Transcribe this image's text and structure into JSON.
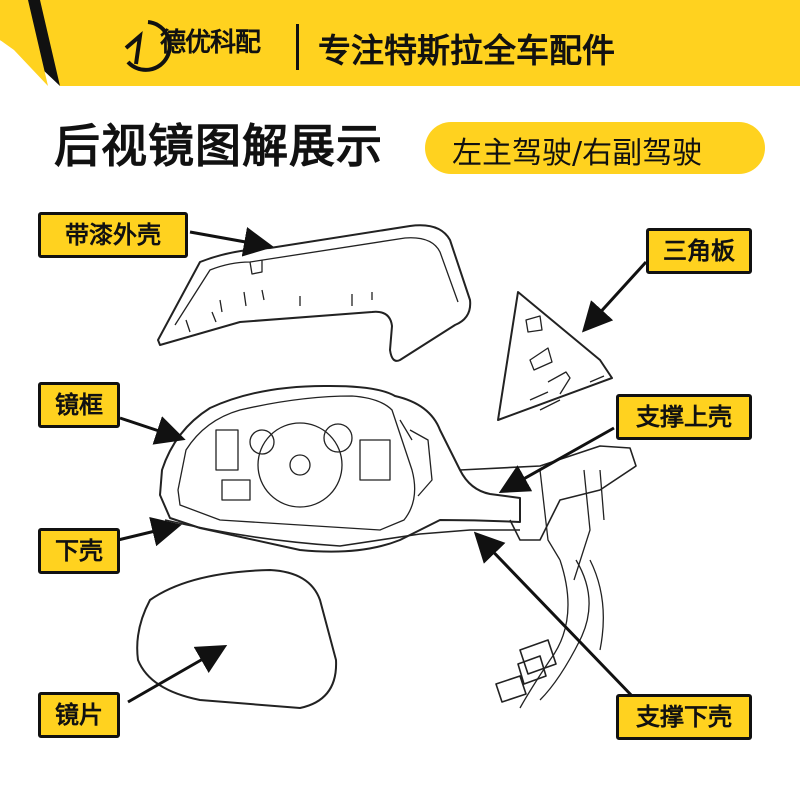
{
  "header": {
    "brand": "德优科配",
    "slogan": "专注特斯拉全车配件",
    "accent": "#FFD21F"
  },
  "title": "后视镜图解展示",
  "subtitle_pill": "左主驾驶/右副驾驶",
  "labels": {
    "outer_shell": "带漆外壳",
    "triangle_plate": "三角板",
    "mirror_frame": "镜框",
    "support_upper": "支撑上壳",
    "lower_shell": "下壳",
    "mirror_glass": "镜片",
    "support_lower": "支撑下壳"
  }
}
